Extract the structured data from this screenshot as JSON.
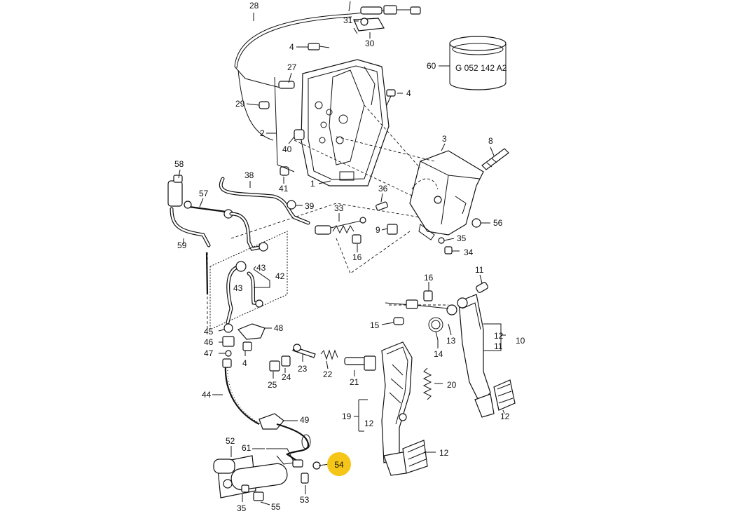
{
  "callouts": [
    {
      "id": "c28",
      "text": "28"
    },
    {
      "id": "c31",
      "text": "31"
    },
    {
      "id": "c30",
      "text": "30"
    },
    {
      "id": "c4a",
      "text": "4"
    },
    {
      "id": "c27",
      "text": "27"
    },
    {
      "id": "c29",
      "text": "29"
    },
    {
      "id": "c2",
      "text": "2"
    },
    {
      "id": "c40",
      "text": "40"
    },
    {
      "id": "c4b",
      "text": "4"
    },
    {
      "id": "c60",
      "text": "60"
    },
    {
      "id": "c3",
      "text": "3"
    },
    {
      "id": "c8",
      "text": "8"
    },
    {
      "id": "c1",
      "text": "1"
    },
    {
      "id": "c41",
      "text": "41"
    },
    {
      "id": "c58",
      "text": "58"
    },
    {
      "id": "c38",
      "text": "38"
    },
    {
      "id": "c57",
      "text": "57"
    },
    {
      "id": "c36",
      "text": "36"
    },
    {
      "id": "c39",
      "text": "39"
    },
    {
      "id": "c33",
      "text": "33"
    },
    {
      "id": "c9",
      "text": "9"
    },
    {
      "id": "c56",
      "text": "56"
    },
    {
      "id": "c35",
      "text": "35"
    },
    {
      "id": "c34",
      "text": "34"
    },
    {
      "id": "c59",
      "text": "59"
    },
    {
      "id": "c16a",
      "text": "16"
    },
    {
      "id": "c43a",
      "text": "43"
    },
    {
      "id": "c42",
      "text": "42"
    },
    {
      "id": "c43b",
      "text": "43"
    },
    {
      "id": "c11a",
      "text": "11"
    },
    {
      "id": "c16b",
      "text": "16"
    },
    {
      "id": "c45",
      "text": "45"
    },
    {
      "id": "c48",
      "text": "48"
    },
    {
      "id": "c15",
      "text": "15"
    },
    {
      "id": "c13",
      "text": "13"
    },
    {
      "id": "c12a",
      "text": "12"
    },
    {
      "id": "c11b",
      "text": "11"
    },
    {
      "id": "c10",
      "text": "10"
    },
    {
      "id": "c46",
      "text": "46"
    },
    {
      "id": "c47",
      "text": "47"
    },
    {
      "id": "c4c",
      "text": "4"
    },
    {
      "id": "c14",
      "text": "14"
    },
    {
      "id": "c23",
      "text": "23"
    },
    {
      "id": "c22",
      "text": "22"
    },
    {
      "id": "c21",
      "text": "21"
    },
    {
      "id": "c25",
      "text": "25"
    },
    {
      "id": "c24",
      "text": "24"
    },
    {
      "id": "c20",
      "text": "20"
    },
    {
      "id": "c44",
      "text": "44"
    },
    {
      "id": "c19",
      "text": "19"
    },
    {
      "id": "c12b",
      "text": "12"
    },
    {
      "id": "c49",
      "text": "49"
    },
    {
      "id": "c12c",
      "text": "12"
    },
    {
      "id": "c52",
      "text": "52"
    },
    {
      "id": "c61",
      "text": "61"
    },
    {
      "id": "c12d",
      "text": "12"
    },
    {
      "id": "c53",
      "text": "53"
    },
    {
      "id": "c35b",
      "text": "35"
    },
    {
      "id": "c55",
      "text": "55"
    }
  ],
  "highlight": {
    "text": "54",
    "color": "#f5c518"
  },
  "part_marking": "G 052 142 A2"
}
